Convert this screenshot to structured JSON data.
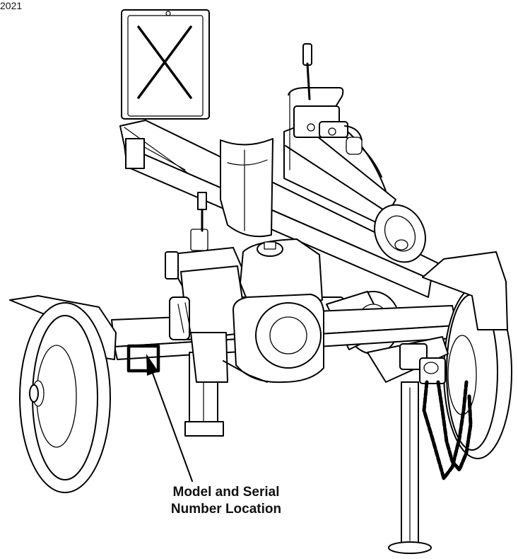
{
  "header": {
    "text": "2021"
  },
  "callout": {
    "line1": "Model and Serial",
    "line2": "Number Location"
  }
}
